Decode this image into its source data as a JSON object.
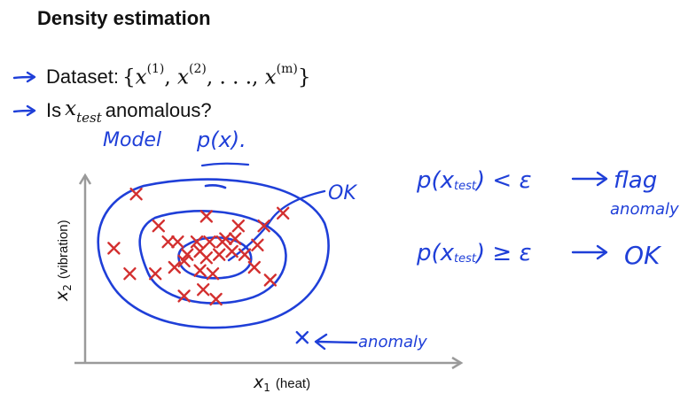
{
  "slide": {
    "title": "Density estimation",
    "bullets": [
      {
        "arrow_icon": "right-arrow-icon",
        "text": "Dataset:",
        "math_open": "{",
        "math_items": "x",
        "math_tail": "}"
      },
      {
        "arrow_icon": "right-arrow-icon",
        "text": "Is",
        "math_var": "x",
        "math_sub": "test",
        "tail": "anomalous?"
      }
    ],
    "math": {
      "sup1": "(1)",
      "sup2": "(2)",
      "supm": "(m)",
      "comma": ",",
      "dots": ". . .",
      "x": "x"
    }
  },
  "chart_data": {
    "type": "scatter",
    "xlabel": "x1 (heat)",
    "ylabel": "x2 (vibration)",
    "xlabel_var": "x",
    "xlabel_sub": "1",
    "xlabel_unit": "(heat)",
    "ylabel_var": "x",
    "ylabel_sub": "2",
    "ylabel_unit": "(vibration)",
    "points": [
      [
        1.6,
        5.3
      ],
      [
        3.8,
        4.6
      ],
      [
        6.2,
        4.7
      ],
      [
        2.3,
        4.3
      ],
      [
        4.4,
        3.9
      ],
      [
        4.8,
        4.3
      ],
      [
        5.6,
        4.3
      ],
      [
        0.9,
        3.6
      ],
      [
        2.6,
        3.8
      ],
      [
        2.9,
        3.8
      ],
      [
        3.5,
        3.8
      ],
      [
        3.9,
        3.8
      ],
      [
        4.3,
        3.8
      ],
      [
        4.7,
        3.9
      ],
      [
        5.0,
        3.4
      ],
      [
        5.4,
        3.7
      ],
      [
        3.2,
        3.4
      ],
      [
        3.6,
        3.5
      ],
      [
        3.8,
        3.3
      ],
      [
        4.2,
        3.4
      ],
      [
        4.6,
        3.5
      ],
      [
        2.8,
        3.0
      ],
      [
        3.1,
        3.2
      ],
      [
        3.6,
        2.9
      ],
      [
        4.0,
        2.8
      ],
      [
        5.3,
        3.0
      ],
      [
        1.4,
        2.8
      ],
      [
        2.2,
        2.8
      ],
      [
        3.7,
        2.3
      ],
      [
        5.8,
        2.6
      ],
      [
        3.1,
        2.1
      ],
      [
        4.1,
        2.0
      ],
      [
        6.8,
        0.8
      ]
    ],
    "point_color": "#d32f2f",
    "contour_color": "#1f3fd8",
    "axis_color": "#9a9a9a",
    "annotations": {
      "model": "Model",
      "px": "p(x).",
      "ok": "OK",
      "anomaly_label": "anomaly",
      "rule1_lhs": "p(x",
      "rule1_sub": "test",
      "rule1_op": ") < ε",
      "rule1_result": "flag",
      "rule1_result2": "anomaly",
      "rule2_lhs": "p(x",
      "rule2_sub": "test",
      "rule2_op": ") ≥ ε",
      "rule2_result": "OK"
    }
  }
}
